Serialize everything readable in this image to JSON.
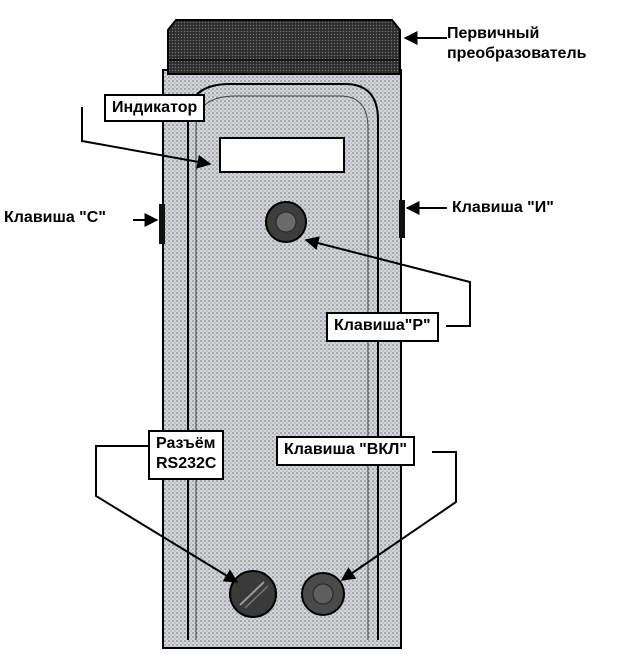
{
  "labels": {
    "primary_transducer": [
      "Первичный",
      "преобразователь"
    ],
    "indicator": "Индикатор",
    "key_c": "Клавиша \"С\"",
    "key_i": "Клавиша \"И\"",
    "key_r": "Клавиша\"Р\"",
    "connector": [
      "Разъём",
      "RS232C"
    ],
    "key_on": "Клавиша \"ВКЛ\""
  },
  "colors": {
    "line": "#000000",
    "device_fill": "#c9cbd0",
    "cap_fill": "#3a3a3a",
    "button_fill": "#4a4a4a"
  }
}
